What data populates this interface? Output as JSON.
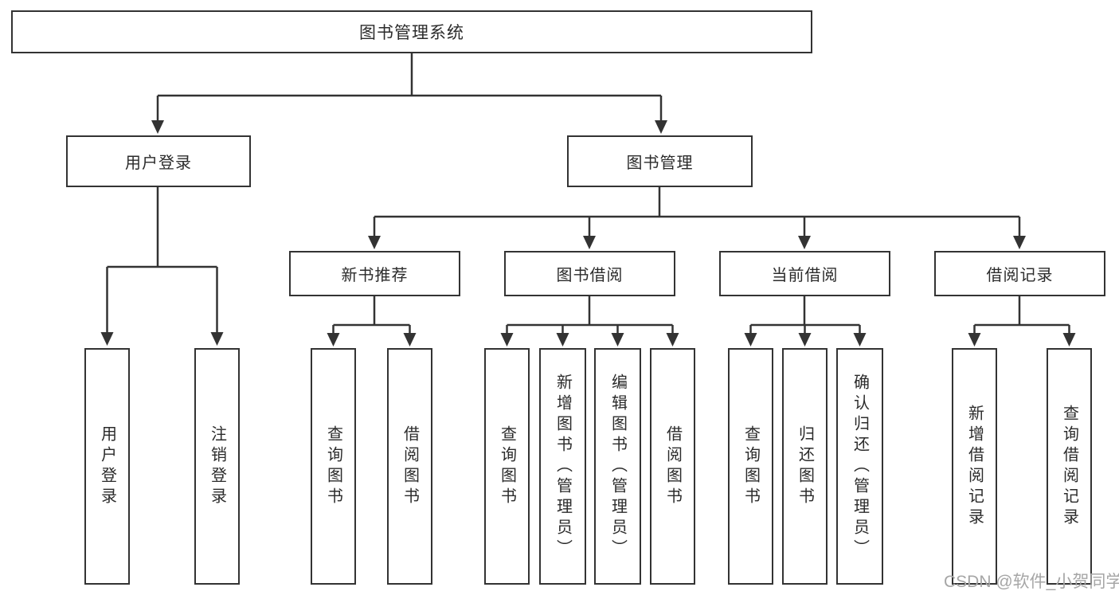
{
  "colors": {
    "line": "#333333",
    "text": "#2b2b2b",
    "box-bg": "#ffffff",
    "page-bg": "#ffffff",
    "watermark": "#a6a6a6"
  },
  "watermark": {
    "text": "CSDN @软件_小贺同学"
  },
  "diagram": {
    "type": "tree",
    "root": {
      "label": "图书管理系统"
    },
    "branches": [
      {
        "label": "用户登录",
        "children": [
          {
            "label": "用户登录"
          },
          {
            "label": "注销登录"
          }
        ]
      },
      {
        "label": "图书管理",
        "children": [
          {
            "label": "新书推荐",
            "children": [
              {
                "label": "查询图书"
              },
              {
                "label": "借阅图书"
              }
            ]
          },
          {
            "label": "图书借阅",
            "children": [
              {
                "label": "查询图书"
              },
              {
                "label": "新增图书（管理员）"
              },
              {
                "label": "编辑图书（管理员）"
              },
              {
                "label": "借阅图书"
              }
            ]
          },
          {
            "label": "当前借阅",
            "children": [
              {
                "label": "查询图书"
              },
              {
                "label": "归还图书"
              },
              {
                "label": "确认归还（管理员）"
              }
            ]
          },
          {
            "label": "借阅记录",
            "children": [
              {
                "label": "新增借阅记录"
              },
              {
                "label": "查询借阅记录"
              }
            ]
          }
        ]
      }
    ]
  }
}
